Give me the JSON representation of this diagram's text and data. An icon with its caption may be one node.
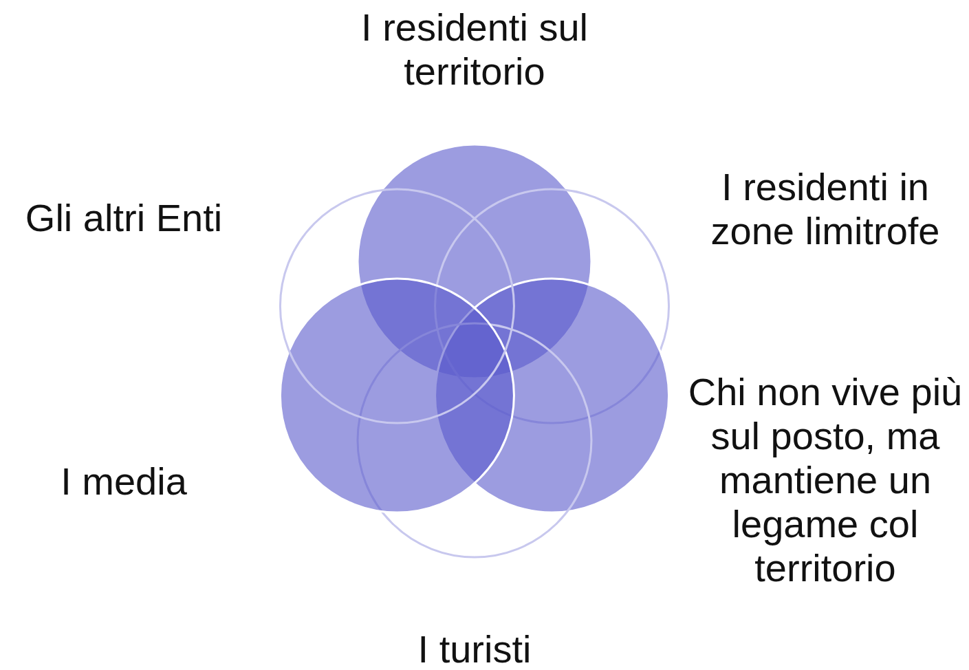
{
  "diagram": {
    "labels": [
      "I residenti sul territorio",
      "Gli altri Enti",
      "I residenti in zone limitrofe",
      "Chi non vive più sul posto, ma mantiene un legame col territorio",
      "I media",
      "I turisti"
    ]
  }
}
